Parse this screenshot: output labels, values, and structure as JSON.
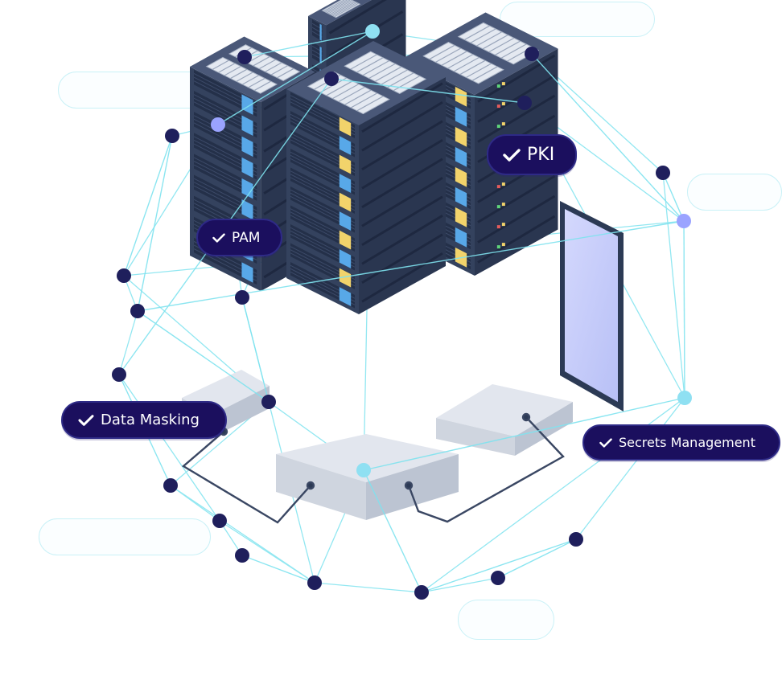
{
  "badges": {
    "pki": {
      "label": "PKI",
      "icon": "check-icon"
    },
    "pam": {
      "label": "PAM",
      "icon": "check-icon"
    },
    "data_masking": {
      "label": "Data Masking",
      "icon": "check-icon"
    },
    "secrets_management": {
      "label": "Secrets Management",
      "icon": "check-icon"
    }
  },
  "colors": {
    "badge_bg": "#1b0f5e",
    "network_line": "#7fe3ef",
    "node_dark": "#1f1f5c",
    "node_light": "#9aa3ff",
    "node_cyan": "#8fe0f2",
    "rack_dark": "#2c3a55",
    "rack_top": "#3d4b67",
    "vent": "#e4e9f1",
    "led_blue": "#58a8e8",
    "led_yellow": "#f2d36b",
    "base_plate": "#d7dde6",
    "door_glass": "#c7cdfb"
  }
}
